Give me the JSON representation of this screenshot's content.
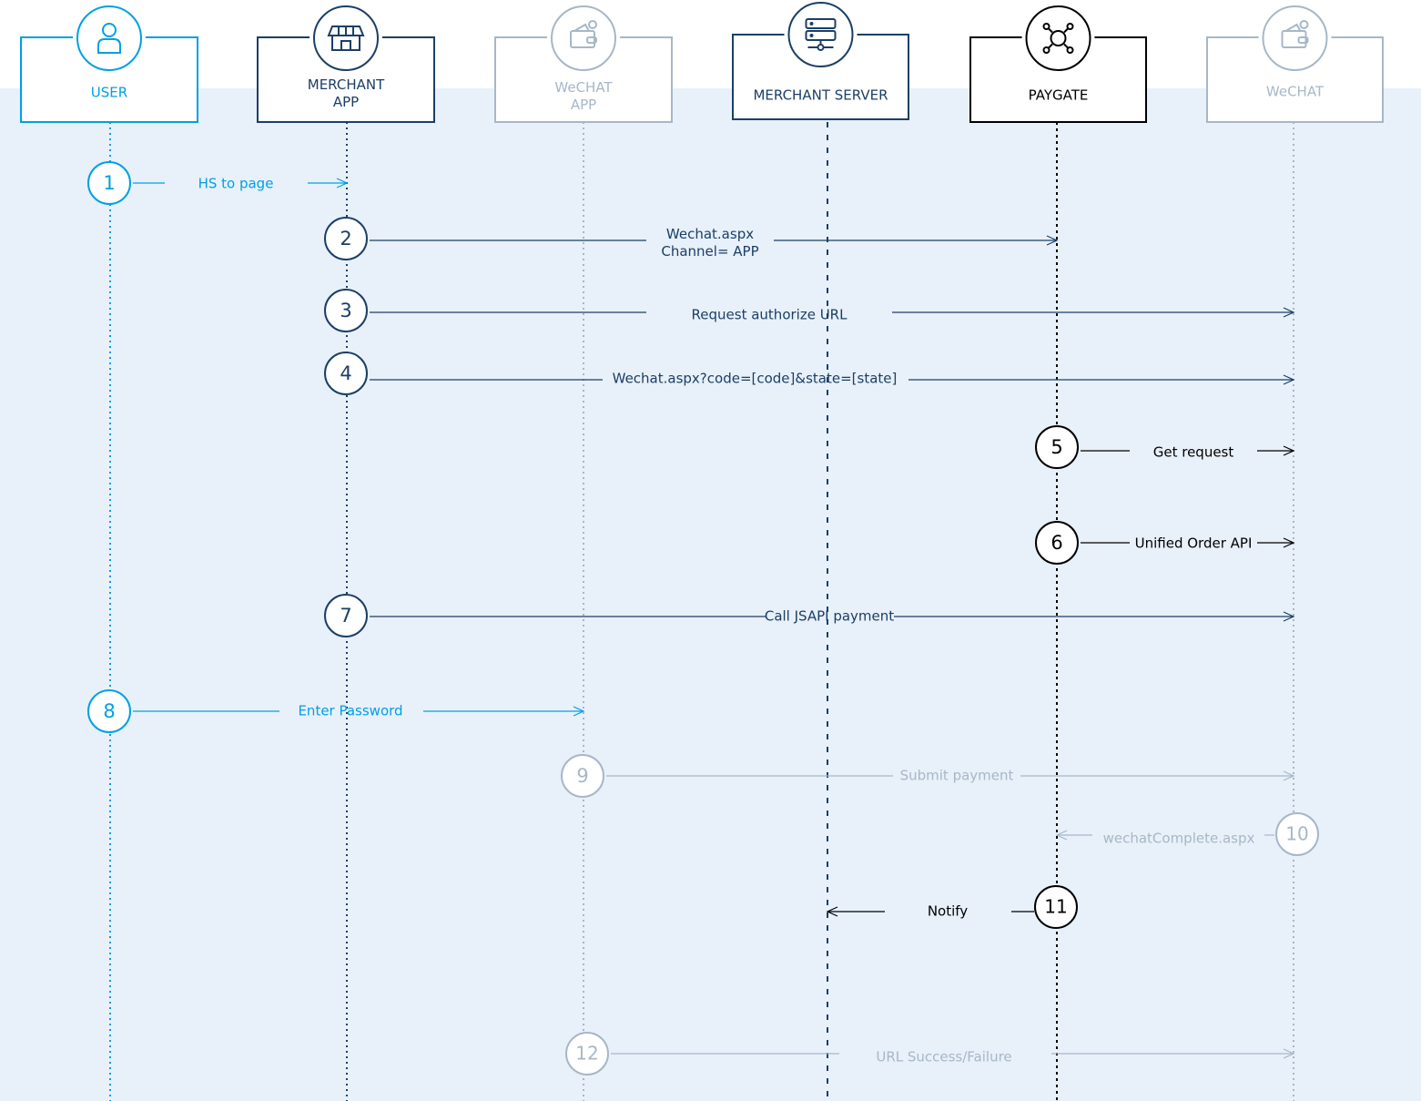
{
  "colors": {
    "user": "#00a0e3",
    "merchant": "#1b3f66",
    "wechat": "#a7b7c7",
    "paygate": "#000000",
    "background": "#e8f0fa"
  },
  "actors": [
    {
      "id": "user",
      "label": "USER",
      "icon": "user-icon",
      "color": "user"
    },
    {
      "id": "merchant-app",
      "label": "MERCHANT\nAPP",
      "icon": "store-icon",
      "color": "merchant"
    },
    {
      "id": "wechat-app",
      "label": "WeCHAT\nAPP",
      "icon": "wallet-icon",
      "color": "wechat"
    },
    {
      "id": "merchant-server",
      "label": "MERCHANT SERVER",
      "icon": "server-icon",
      "color": "merchant"
    },
    {
      "id": "paygate",
      "label": "PAYGATE",
      "icon": "network-hub-icon",
      "color": "paygate"
    },
    {
      "id": "wechat",
      "label": "WeCHAT",
      "icon": "wallet-icon",
      "color": "wechat"
    }
  ],
  "steps": [
    {
      "n": "1",
      "from": "user",
      "to": "merchant-app",
      "label": "HS to page",
      "color": "user"
    },
    {
      "n": "2",
      "from": "merchant-app",
      "to": "paygate",
      "label": "Wechat.aspx\nChannel= APP",
      "color": "merchant"
    },
    {
      "n": "3",
      "from": "merchant-app",
      "to": "wechat",
      "label": "Request authorize URL",
      "color": "merchant"
    },
    {
      "n": "4",
      "from": "merchant-app",
      "to": "wechat",
      "label": "Wechat.aspx?code=[code]&state=[state]",
      "color": "merchant"
    },
    {
      "n": "5",
      "from": "paygate",
      "to": "wechat",
      "label": "Get request",
      "color": "paygate"
    },
    {
      "n": "6",
      "from": "paygate",
      "to": "wechat",
      "label": "Unified Order API",
      "color": "paygate"
    },
    {
      "n": "7",
      "from": "merchant-app",
      "to": "wechat",
      "label": "Call JSAPI payment",
      "color": "merchant"
    },
    {
      "n": "8",
      "from": "user",
      "to": "wechat-app",
      "label": "Enter Password",
      "color": "user"
    },
    {
      "n": "9",
      "from": "wechat-app",
      "to": "wechat",
      "label": "Submit payment",
      "color": "wechat"
    },
    {
      "n": "10",
      "from": "wechat",
      "to": "paygate",
      "label": "wechatComplete.aspx",
      "color": "wechat"
    },
    {
      "n": "11",
      "from": "paygate",
      "to": "merchant-server",
      "label": "Notify",
      "color": "paygate"
    },
    {
      "n": "12",
      "from": "wechat-app",
      "to": "wechat",
      "label": "URL Success/Failure",
      "color": "wechat"
    }
  ]
}
